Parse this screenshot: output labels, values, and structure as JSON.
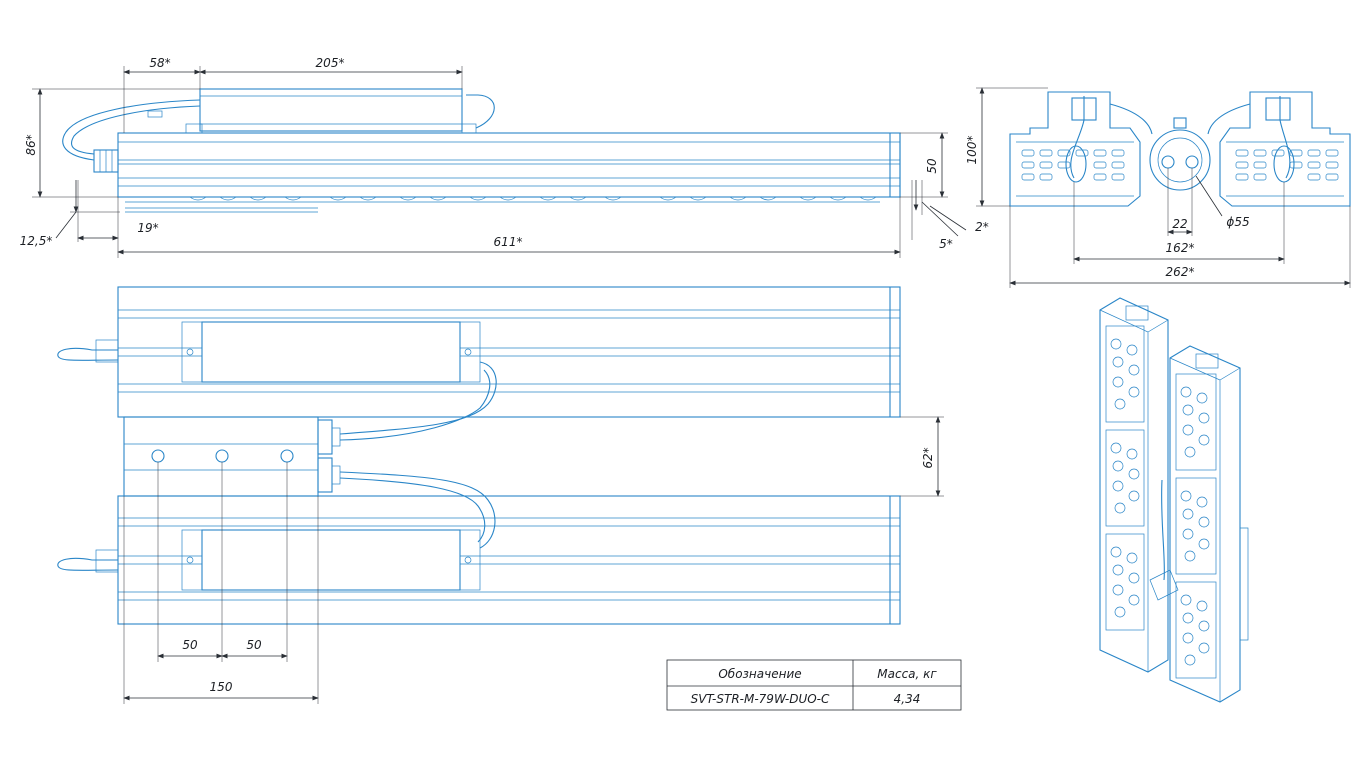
{
  "dimensions": {
    "top_view": {
      "d58": "58*",
      "d205": "205*",
      "d86": "86*",
      "d50": "50",
      "d12_5": "12,5*",
      "d19": "19*",
      "d611": "611*",
      "d5": "5*",
      "d2": "2*"
    },
    "end_view": {
      "d100": "100*",
      "d22": "22",
      "d55": "ϕ55",
      "d162": "162*",
      "d262": "262*"
    },
    "plan_view": {
      "d62": "62*",
      "d50a": "50",
      "d50b": "50",
      "d150": "150"
    }
  },
  "table": {
    "headers": [
      "Обозначение",
      "Масса, кг"
    ],
    "rows": [
      [
        "SVT-STR-M-79W-DUO-C",
        "4,34"
      ]
    ]
  },
  "colors": {
    "outline": "#2a86c8",
    "dimension": "#2a2f36"
  }
}
